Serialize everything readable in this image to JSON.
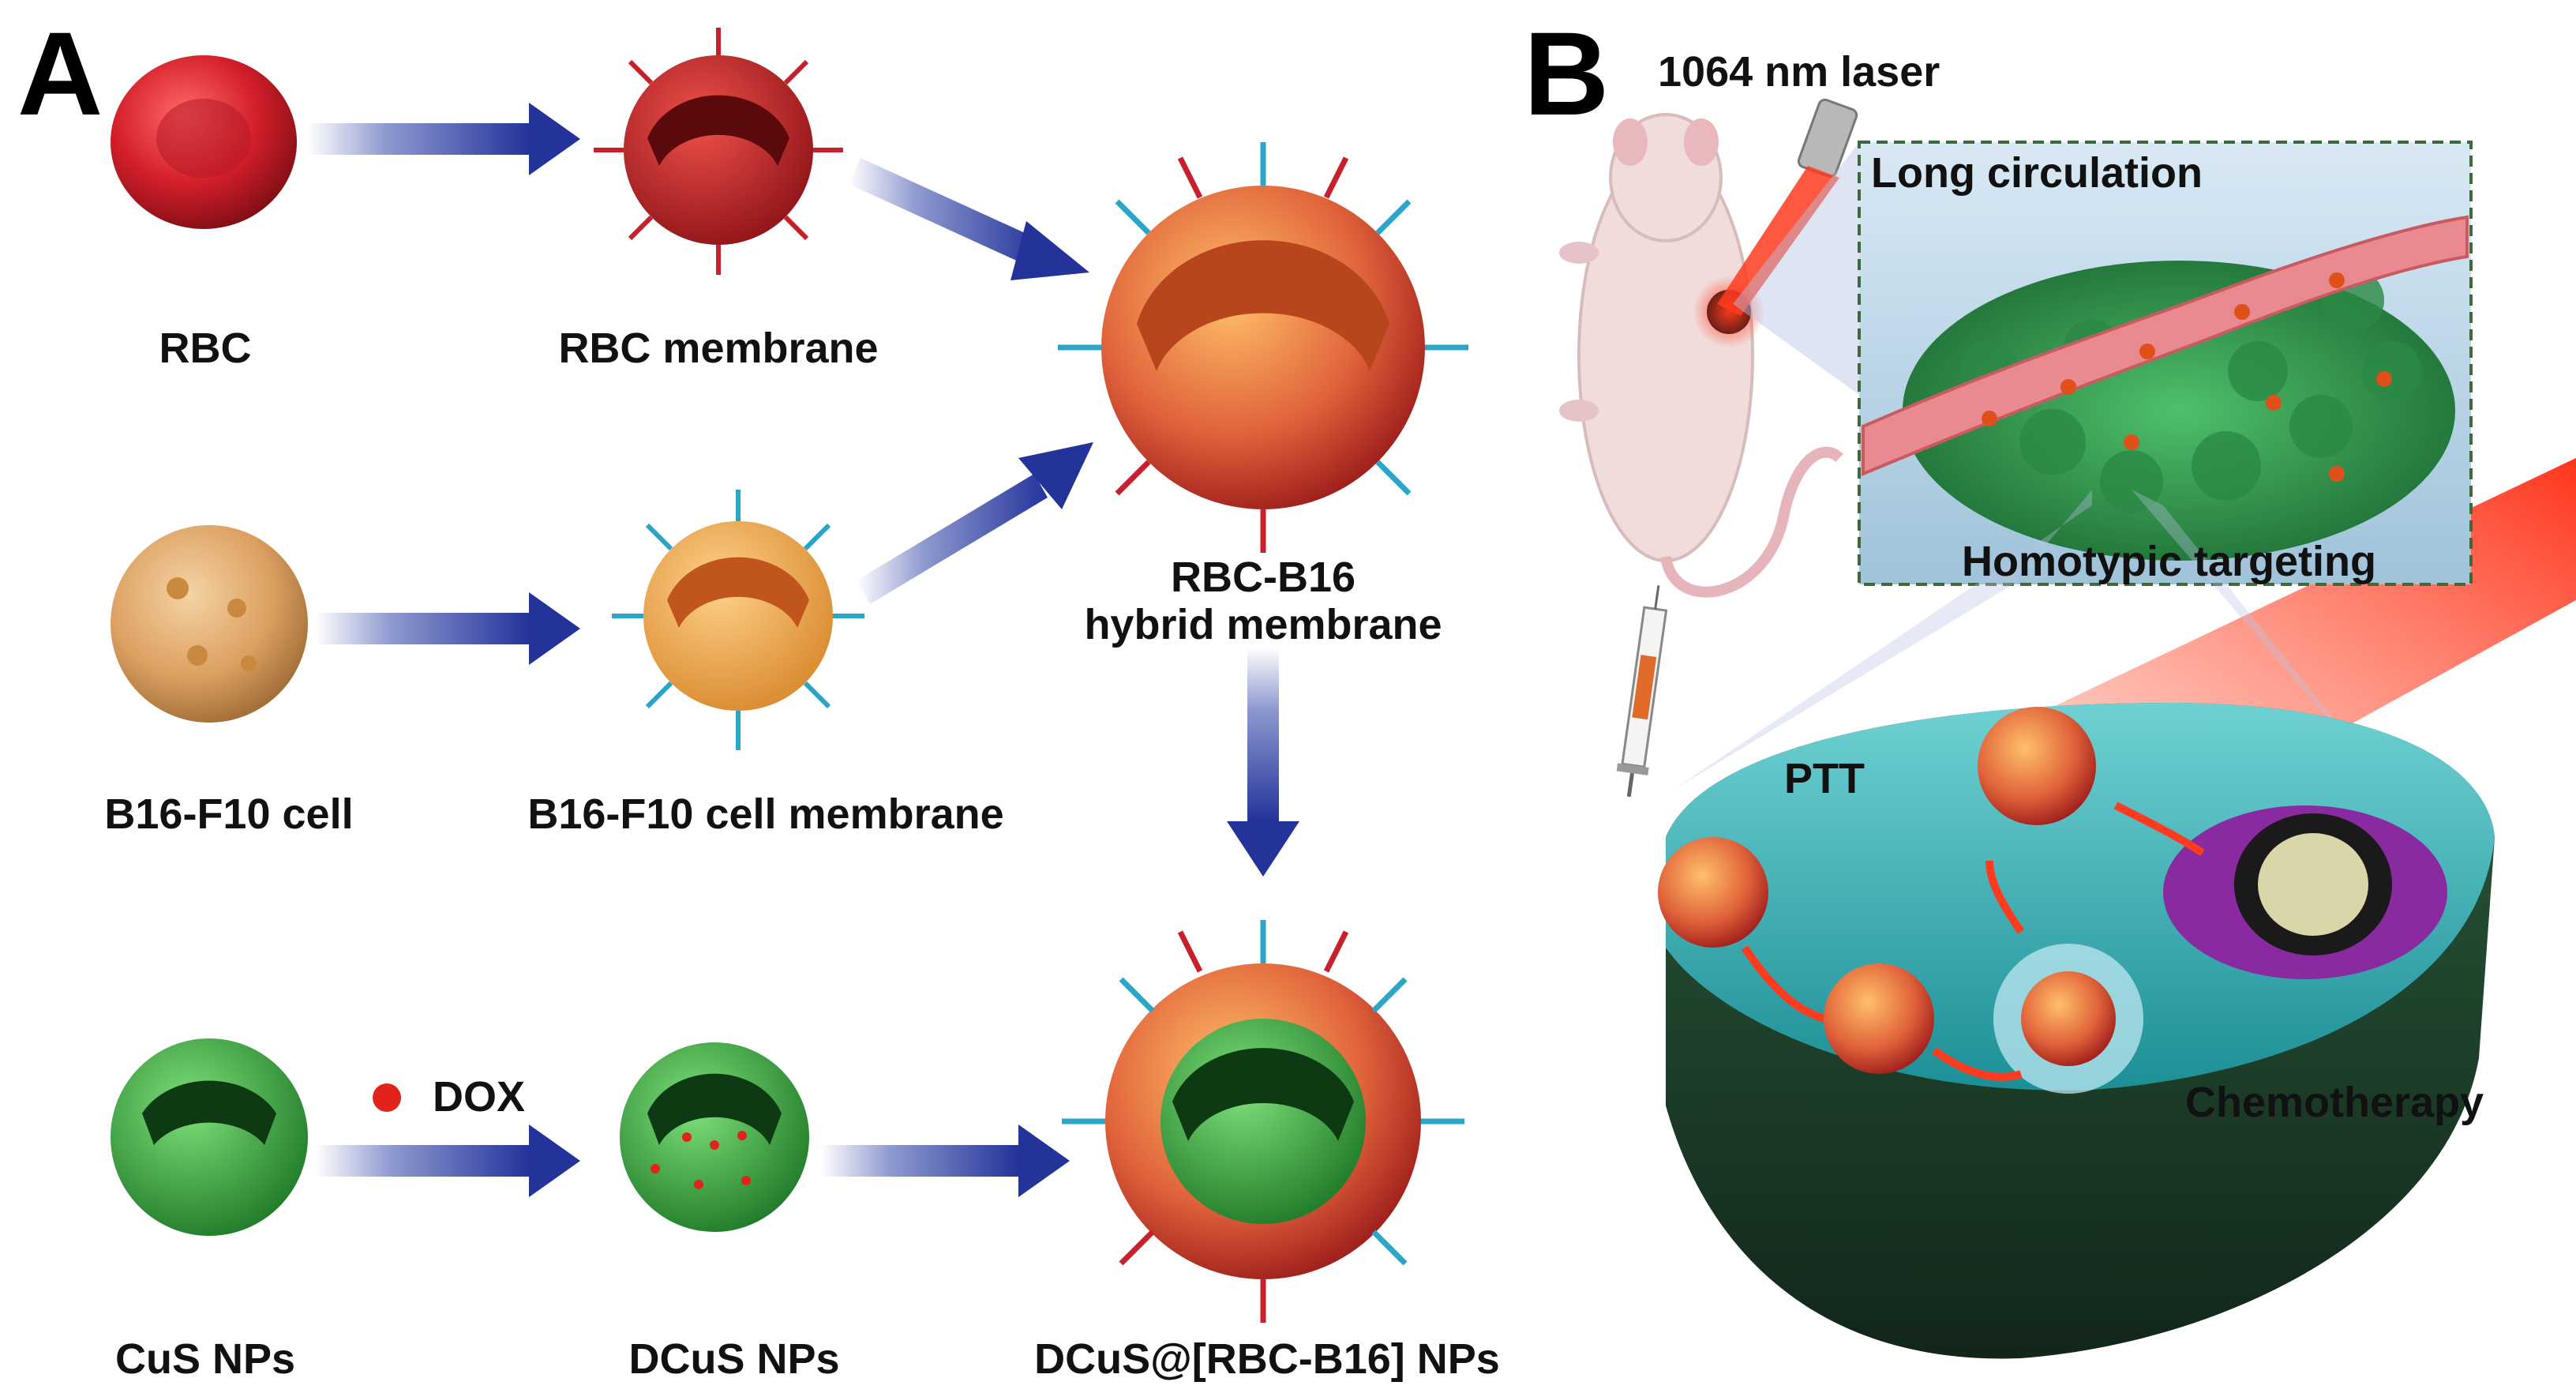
{
  "panels": {
    "a": "A",
    "b": "B"
  },
  "panel_a": {
    "rbc": "RBC",
    "rbc_membrane": "RBC membrane",
    "hybrid_line1": "RBC-B16",
    "hybrid_line2": "hybrid membrane",
    "b16_cell": "B16-F10 cell",
    "b16_membrane": "B16-F10 cell membrane",
    "dox": "DOX",
    "cus": "CuS NPs",
    "dcus": "DCuS NPs",
    "final": "DCuS@[RBC-B16] NPs"
  },
  "panel_b": {
    "laser": "1064 nm laser",
    "long_circulation": "Long circulation",
    "homotypic": "Homotypic targeting",
    "ptt": "PTT",
    "chemo": "Chemotherapy"
  },
  "colors": {
    "arrow": "#2b3a9c",
    "rbc": "#c8202a",
    "b16": "#e8a23c",
    "cus": "#2f9a3a",
    "dox": "#e2231a",
    "tumor": "#2a8a55",
    "vessel": "#e8838a",
    "cell_body": "#2f4a38",
    "cytoplasm": "#3fb5b8",
    "laser": "#ff3b1f"
  }
}
